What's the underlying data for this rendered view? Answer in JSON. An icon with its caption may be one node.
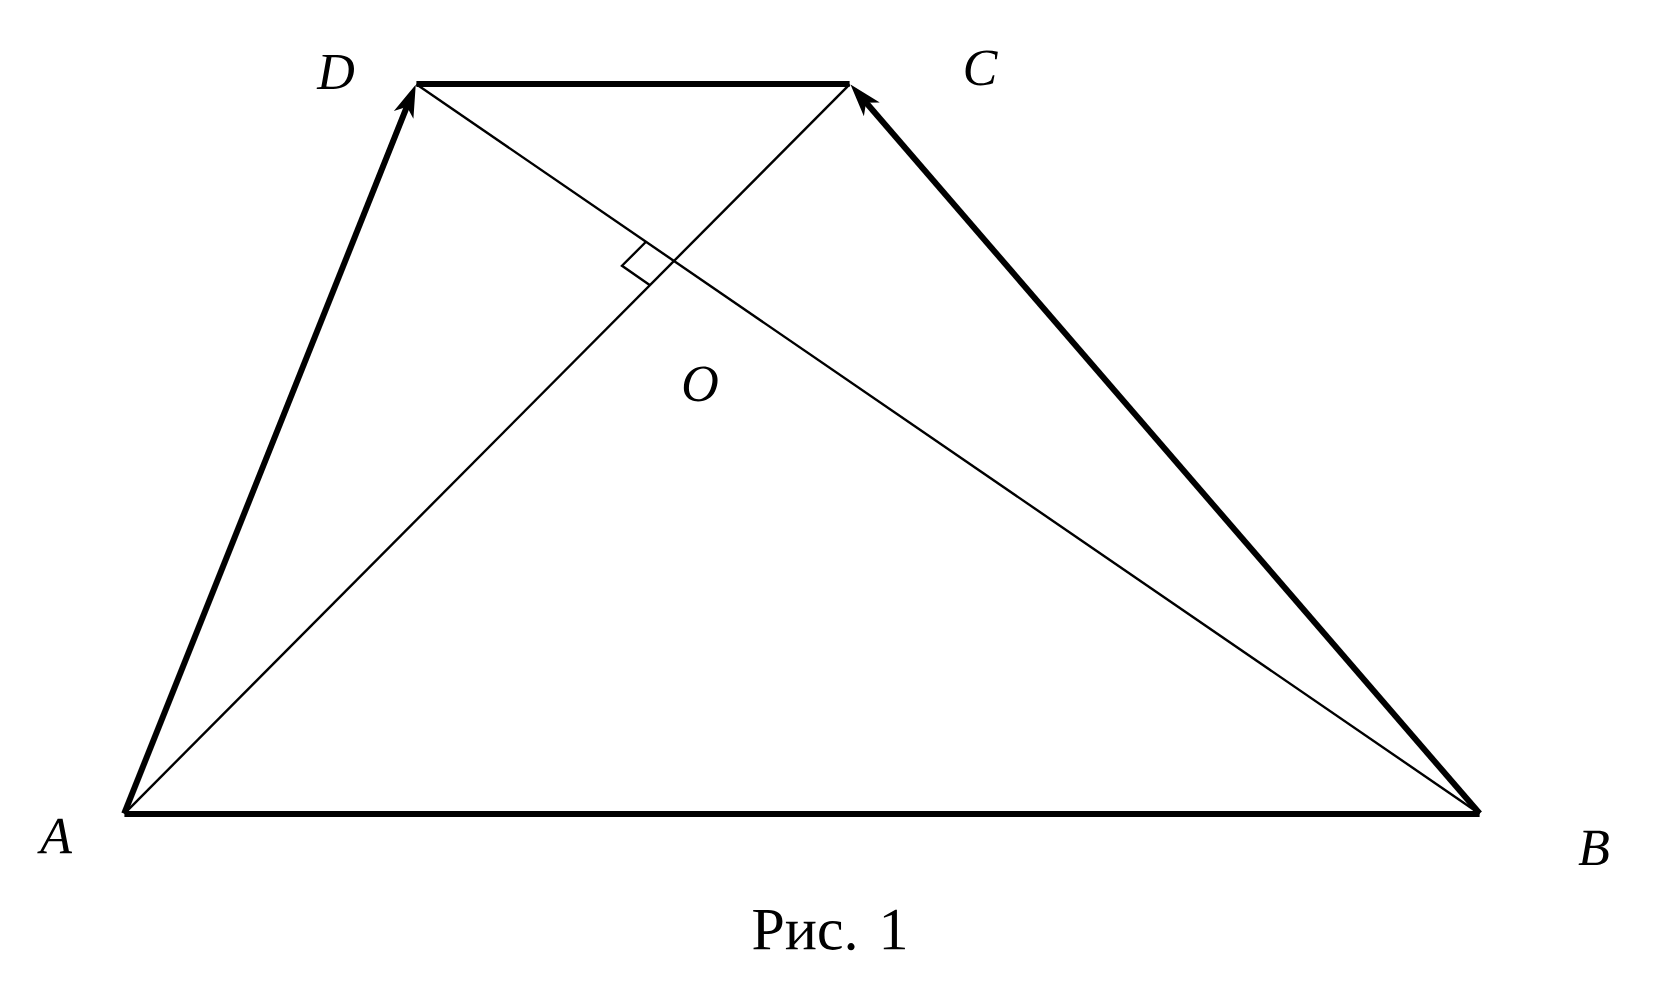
{
  "diagram": {
    "caption": "Рис. 1",
    "nodes": [
      {
        "text": [
          "A"
        ]
      },
      {
        "text": [
          "B"
        ]
      },
      {
        "text": [
          "C"
        ]
      },
      {
        "text": [
          "D"
        ]
      }
    ],
    "edges": [
      {
        "from": 0,
        "to": 3,
        "arrow": "to"
      },
      {
        "from": 1,
        "to": 2,
        "arrow": "to"
      },
      {
        "from": 3,
        "to": 2,
        "arrow": "none"
      },
      {
        "from": 0,
        "to": 1,
        "arrow": "none"
      },
      {
        "from": 0,
        "to": 2,
        "arrow": "none"
      },
      {
        "from": 1,
        "to": 3,
        "arrow": "none"
      }
    ],
    "labels": [
      "O"
    ]
  }
}
